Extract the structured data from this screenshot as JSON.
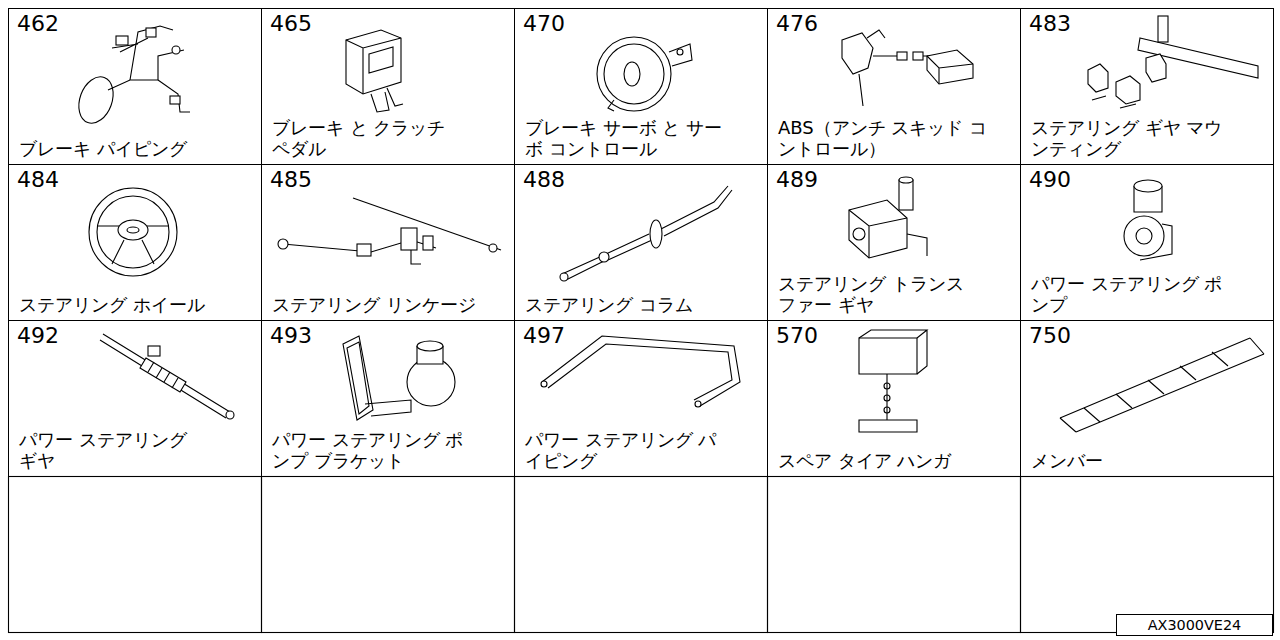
{
  "diagram": {
    "nodes": [
      {
        "text": [
          "462",
          "ブレーキ パイピング"
        ]
      },
      {
        "text": [
          "465",
          "ブレーキ と クラッチ ペダル"
        ]
      },
      {
        "text": [
          "470",
          "ブレーキ サーボ と サーボ コントロール"
        ]
      },
      {
        "text": [
          "476",
          "ABS（アンチ スキッド コントロール）"
        ]
      },
      {
        "text": [
          "483",
          "ステアリング ギヤ マウンティング"
        ]
      },
      {
        "text": [
          "484",
          "ステアリング ホイール"
        ]
      },
      {
        "text": [
          "485",
          "ステアリング リンケージ"
        ]
      },
      {
        "text": [
          "488",
          "ステアリング コラム"
        ]
      },
      {
        "text": [
          "489",
          "ステアリング トランスファー ギヤ"
        ]
      },
      {
        "text": [
          "490",
          "パワー ステアリング ポンプ"
        ]
      },
      {
        "text": [
          "492",
          "パワー ステアリング ギヤ"
        ]
      },
      {
        "text": [
          "493",
          "パワー ステアリング ポンプ ブラケット"
        ]
      },
      {
        "text": [
          "497",
          "パワー ステアリング パイピング"
        ]
      },
      {
        "text": [
          "570",
          "スペア タイア ハンガ"
        ]
      },
      {
        "text": [
          "750",
          "メンバー"
        ]
      },
      {
        "text": [
          "AX3000VE24"
        ]
      }
    ]
  }
}
